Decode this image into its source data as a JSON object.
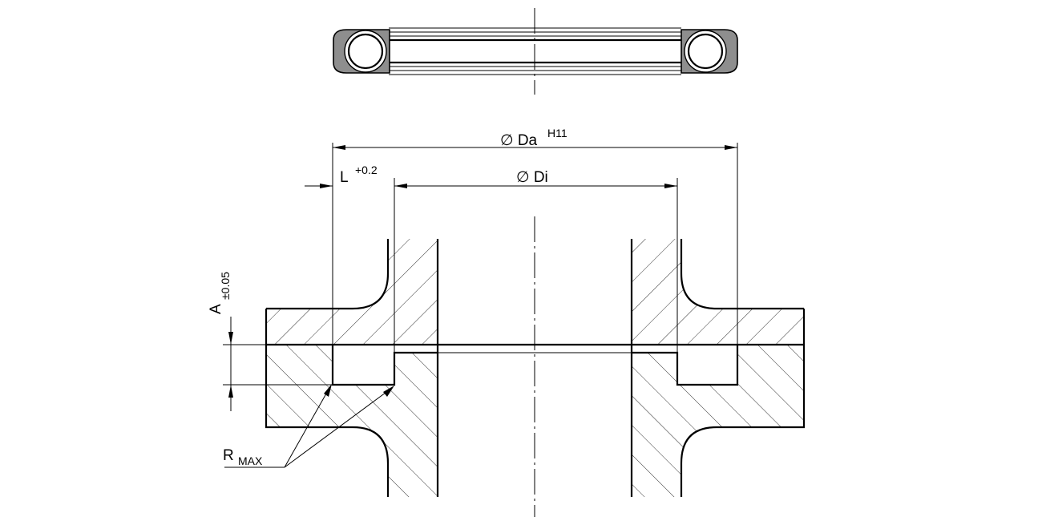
{
  "dimensions": {
    "outer_diameter": {
      "symbol": "∅ Da",
      "tolerance": "H11"
    },
    "inner_diameter": {
      "symbol": "∅ Di"
    },
    "groove_length": {
      "symbol": "L",
      "tolerance": "+0.2"
    },
    "groove_depth": {
      "symbol": "A",
      "tolerance": "±0.05"
    },
    "corner_radius": {
      "symbol": "R",
      "subscript": "MAX"
    }
  }
}
